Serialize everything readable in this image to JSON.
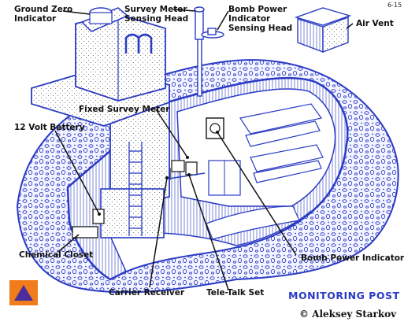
{
  "figure_code": "6-15",
  "title": "MONITORING POST",
  "credit": "© Aleksey Starkov",
  "labels": {
    "ground_zero": [
      "Ground Zero",
      "Indicator"
    ],
    "survey_head": [
      "Survey Meter",
      "Sensing Head"
    ],
    "bomb_power_head": [
      "Bomb Power",
      "Indicator",
      "Sensing Head"
    ],
    "air_vent": "Air Vent",
    "fixed_survey": "Fixed Survey Meter",
    "battery": "12 Volt Battery",
    "chemical_closet": "Chemical Closet",
    "carrier_receiver": "Carrier Receiver",
    "tele_talk": "Tele-Talk Set",
    "bomb_power_indicator": "Bomb Power Indicator"
  },
  "colors": {
    "outline": "#2a3bc4",
    "gravel_fill": "#eef0ff",
    "badge_bg": "#f07c1c",
    "badge_triangle": "#4b2d9e"
  }
}
